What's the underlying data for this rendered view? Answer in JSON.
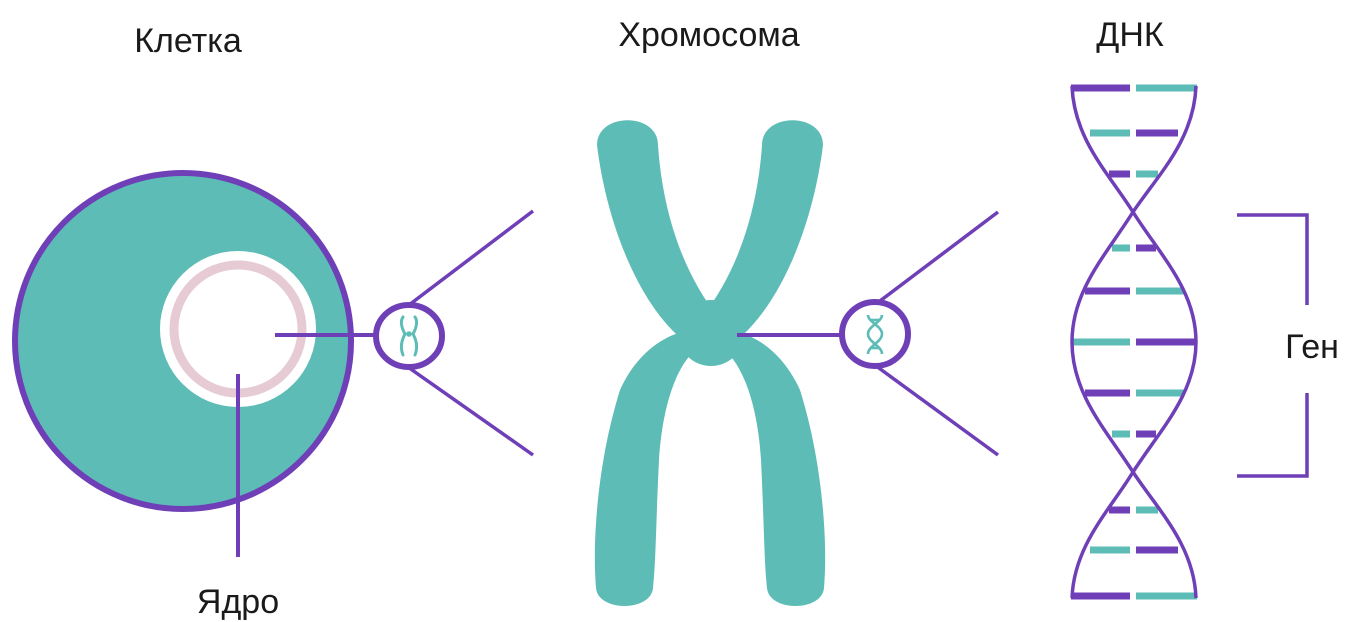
{
  "labels": {
    "cell": "Клетка",
    "chromosome": "Хромосома",
    "dna": "ДНК",
    "nucleus": "Ядро",
    "gene": "Ген"
  },
  "colors": {
    "teal": "#5ebcb7",
    "purple": "#6f3fb7",
    "nucleus_ring": "#e6cbd5",
    "background": "#ffffff",
    "text": "#1a1a1a"
  }
}
